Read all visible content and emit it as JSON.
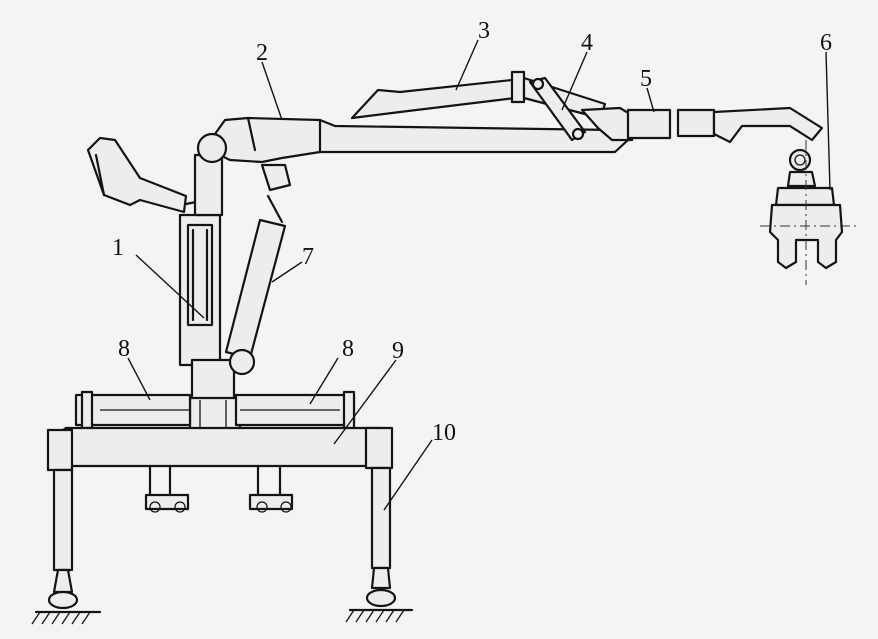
{
  "callouts": [
    {
      "id": "1",
      "text": "1"
    },
    {
      "id": "2",
      "text": "2"
    },
    {
      "id": "3",
      "text": "3"
    },
    {
      "id": "4",
      "text": "4"
    },
    {
      "id": "5",
      "text": "5"
    },
    {
      "id": "6",
      "text": "6"
    },
    {
      "id": "7",
      "text": "7"
    },
    {
      "id": "8a",
      "text": "8"
    },
    {
      "id": "8b",
      "text": "8"
    },
    {
      "id": "9",
      "text": "9"
    },
    {
      "id": "10",
      "text": "10"
    }
  ],
  "colors": {
    "line": "#141414",
    "paper": "#f4f4f2",
    "fill": "#ededeb"
  }
}
